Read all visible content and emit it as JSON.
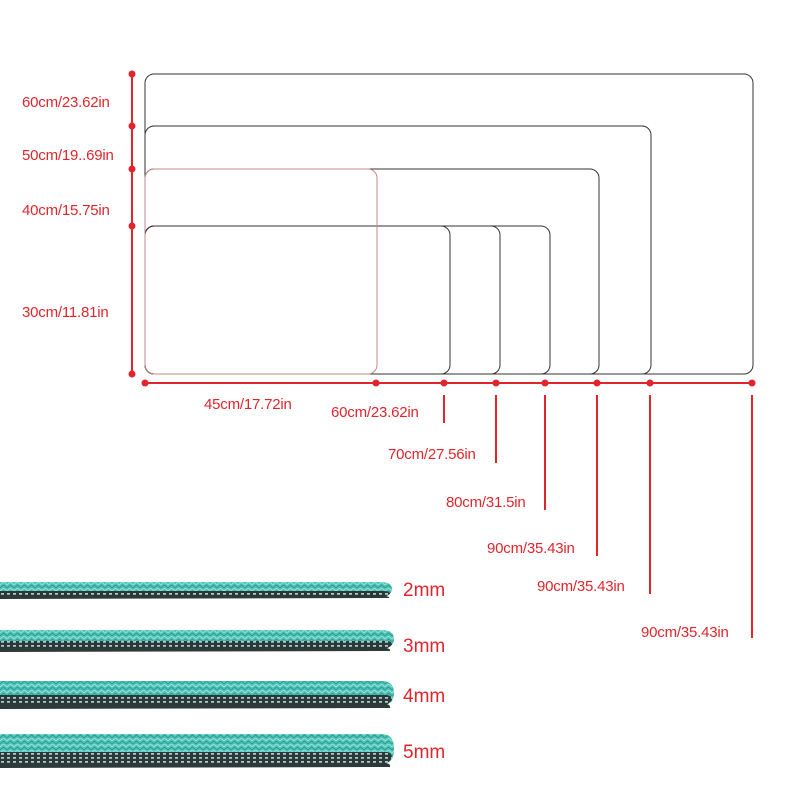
{
  "heights": [
    {
      "label": "60cm/23.62in"
    },
    {
      "label": "50cm/19..69in"
    },
    {
      "label": "40cm/15.75in"
    },
    {
      "label": "30cm/11.81in"
    }
  ],
  "widths": [
    {
      "label": "45cm/17.72in"
    },
    {
      "label": "60cm/23.62in"
    },
    {
      "label": "70cm/27.56in"
    },
    {
      "label": "80cm/31.5in"
    },
    {
      "label": "90cm/35.43in"
    },
    {
      "label": "90cm/35.43in"
    },
    {
      "label": "90cm/35.43in"
    }
  ],
  "thicknesses": [
    {
      "label": "2mm"
    },
    {
      "label": "3mm"
    },
    {
      "label": "4mm"
    },
    {
      "label": "5mm"
    }
  ],
  "colors": {
    "accent": "#e0262c",
    "mat_outline": "#333333",
    "highlight_outline": "#c98a80",
    "fabric_teal": "#4fc3b8",
    "rubber_dark": "#2d3a3a"
  }
}
